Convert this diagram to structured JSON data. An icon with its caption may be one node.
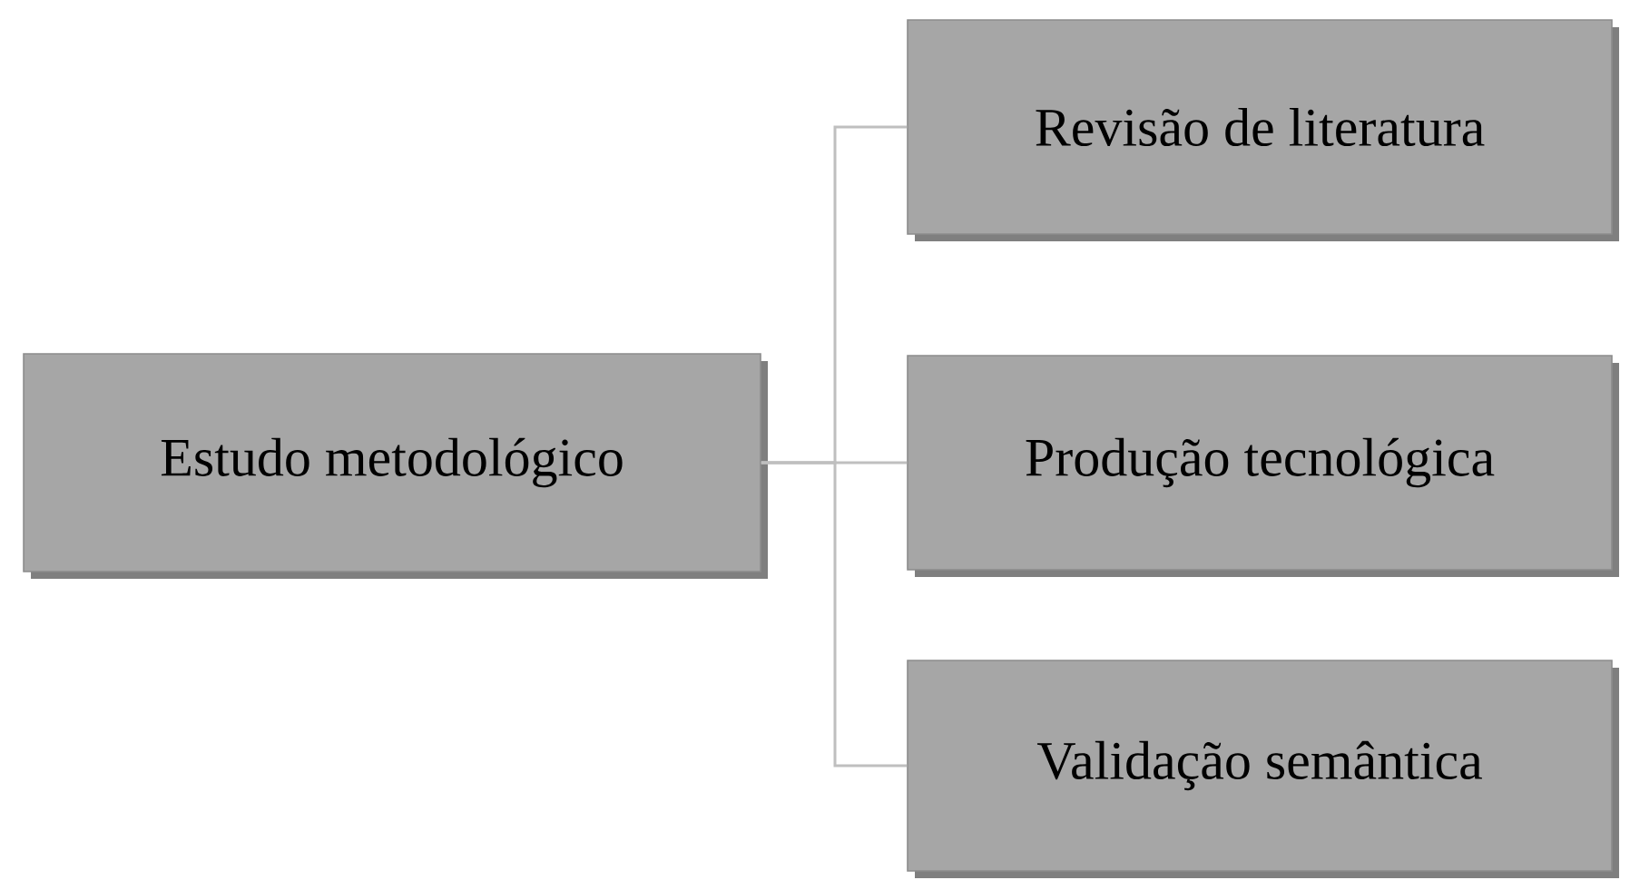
{
  "diagram": {
    "nodes": [
      {
        "text": [
          "Estudo metodológico"
        ]
      },
      {
        "text": [
          "Revisão de literatura"
        ]
      },
      {
        "text": [
          "Produção tecnológica"
        ]
      },
      {
        "text": [
          "Validação semântica"
        ]
      }
    ],
    "edges": [
      {
        "from": 0,
        "to": 1,
        "arrow": "none"
      },
      {
        "from": 0,
        "to": 2,
        "arrow": "none"
      },
      {
        "from": 0,
        "to": 3,
        "arrow": "none"
      }
    ]
  }
}
